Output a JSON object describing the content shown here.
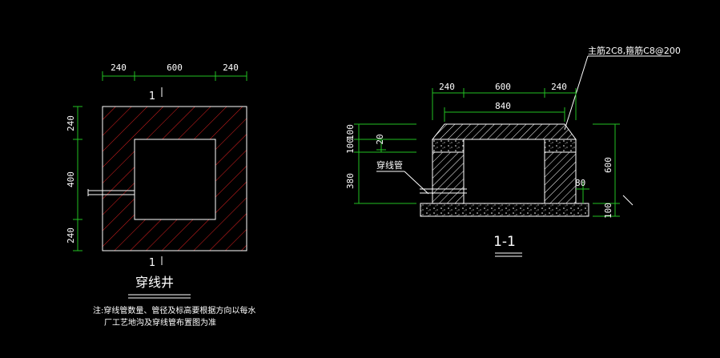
{
  "plan": {
    "top_dims": [
      "240",
      "600",
      "240"
    ],
    "left_dims": [
      "240",
      "400",
      "240"
    ],
    "section_mark": "1",
    "title": "穿线井",
    "note_line1": "注:穿线管数量、管径及标高要根据方向以每水",
    "note_line2": "厂工艺地沟及穿线管布置图为准"
  },
  "section": {
    "rebar_label": "主筋2C8,箍筋C8@200",
    "top_dims": [
      "240",
      "600",
      "240"
    ],
    "inner_dim": "840",
    "left_dims": [
      "100",
      "100",
      "20",
      "380"
    ],
    "pipe_label": "穿线管",
    "right_dims": [
      "600",
      "100"
    ],
    "small_dim": "80",
    "title": "1-1"
  },
  "colors": {
    "background": "#000000",
    "hatch_red": "#e02020",
    "dim_green": "#22c022",
    "line_white": "#ffffff"
  }
}
